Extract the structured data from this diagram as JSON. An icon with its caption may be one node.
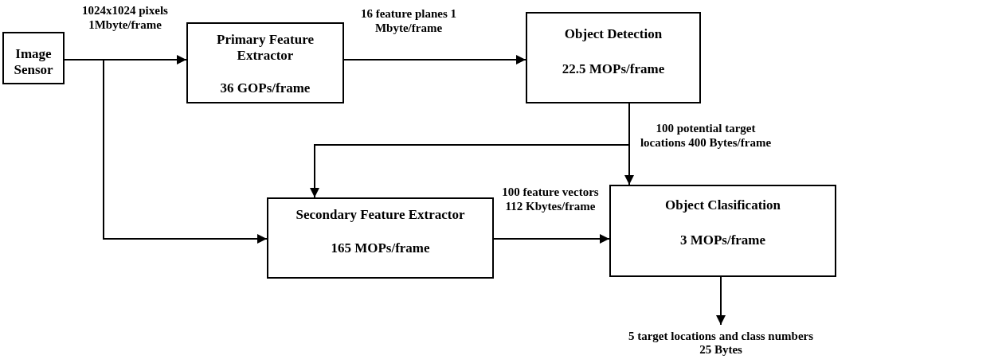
{
  "diagram": {
    "nodes": [
      {
        "text": [
          "Image Sensor"
        ]
      },
      {
        "text": [
          "Primary Feature Extractor",
          "36 GOPs/frame"
        ]
      },
      {
        "text": [
          "Object Detection",
          "22.5 MOPs/frame"
        ]
      },
      {
        "text": [
          "Secondary Feature Extractor",
          "165 MOPs/frame"
        ]
      },
      {
        "text": [
          "Object Clasification",
          "3 MOPs/frame"
        ]
      },
      {
        "text": [
          "5 target locations and class numbers",
          "25 Bytes"
        ]
      }
    ],
    "edges": [
      {
        "from": 0,
        "to": 1,
        "arrow": "to",
        "label": "1024x1024 pixels 1Mbyte/frame"
      },
      {
        "from": 0,
        "to": 3,
        "arrow": "to"
      },
      {
        "from": 1,
        "to": 2,
        "arrow": "to",
        "label": "16 feature planes 1 Mbyte/frame"
      },
      {
        "from": 2,
        "to": 4,
        "arrow": "to",
        "label": "100 potential target locations 400 Bytes/frame"
      },
      {
        "from": 2,
        "to": 3,
        "arrow": "to"
      },
      {
        "from": 3,
        "to": 4,
        "arrow": "to",
        "label": "100 feature vectors 112 Kbytes/frame"
      },
      {
        "from": 4,
        "to": 5,
        "arrow": "to"
      }
    ]
  }
}
